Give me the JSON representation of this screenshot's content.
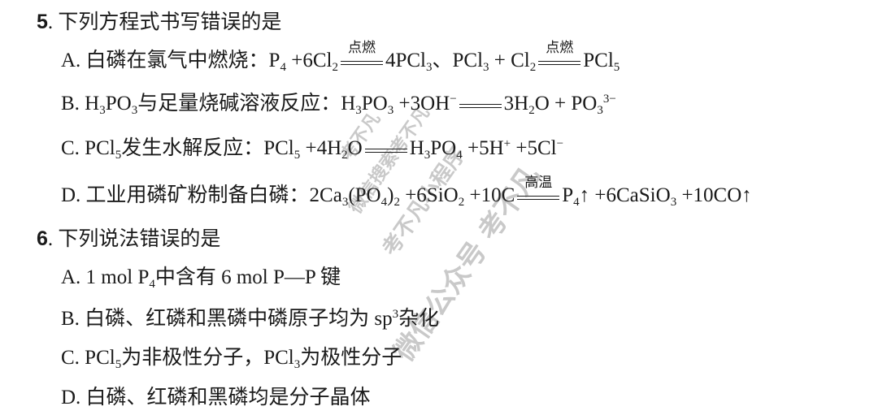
{
  "questions": [
    {
      "num": "5",
      "stem": ". 下列方程式书写错误的是",
      "options": [
        [
          {
            "t": "A. 白磷在氯气中燃烧：P"
          },
          {
            "sub": "4"
          },
          {
            "t": " +6Cl"
          },
          {
            "sub": "2"
          },
          {
            "eq": "点燃"
          },
          {
            "t": "4PCl"
          },
          {
            "sub": "3"
          },
          {
            "t": "、PCl"
          },
          {
            "sub": "3"
          },
          {
            "t": " + Cl"
          },
          {
            "sub": "2"
          },
          {
            "eq": "点燃"
          },
          {
            "t": "PCl"
          },
          {
            "sub": "5"
          }
        ],
        [
          {
            "t": "B. H"
          },
          {
            "sub": "3"
          },
          {
            "t": "PO"
          },
          {
            "sub": "3"
          },
          {
            "t": "与足量烧碱溶液反应：H"
          },
          {
            "sub": "3"
          },
          {
            "t": "PO"
          },
          {
            "sub": "3"
          },
          {
            "t": " +3OH"
          },
          {
            "sup": "−"
          },
          {
            "eq": ""
          },
          {
            "t": "3H"
          },
          {
            "sub": "2"
          },
          {
            "t": "O + PO"
          },
          {
            "sub": "3"
          },
          {
            "sup": "3−"
          }
        ],
        [
          {
            "t": "C. PCl"
          },
          {
            "sub": "5"
          },
          {
            "t": "发生水解反应：PCl"
          },
          {
            "sub": "5"
          },
          {
            "t": " +4H"
          },
          {
            "sub": "2"
          },
          {
            "t": "O"
          },
          {
            "eq": ""
          },
          {
            "t": "H"
          },
          {
            "sub": "3"
          },
          {
            "t": "PO"
          },
          {
            "sub": "4"
          },
          {
            "t": " +5H"
          },
          {
            "sup": "+"
          },
          {
            "t": " +5Cl"
          },
          {
            "sup": "−"
          }
        ],
        [
          {
            "t": "D. 工业用磷矿粉制备白磷：2Ca"
          },
          {
            "sub": "3"
          },
          {
            "t": "(PO"
          },
          {
            "sub": "4"
          },
          {
            "t": ")"
          },
          {
            "sub": "2"
          },
          {
            "t": " +6SiO"
          },
          {
            "sub": "2"
          },
          {
            "t": " +10C"
          },
          {
            "eq": "高温"
          },
          {
            "t": "P"
          },
          {
            "sub": "4"
          },
          {
            "t": "↑ +6CaSiO"
          },
          {
            "sub": "3"
          },
          {
            "t": " +10CO↑"
          }
        ]
      ]
    },
    {
      "num": "6",
      "stem": ". 下列说法错误的是",
      "options": [
        [
          {
            "t": "A. 1 mol P"
          },
          {
            "sub": "4"
          },
          {
            "t": "中含有 6 mol P—P 键"
          }
        ],
        [
          {
            "t": "B. 白磷、红磷和黑磷中磷原子均为 sp"
          },
          {
            "sup": "3"
          },
          {
            "t": "杂化"
          }
        ],
        [
          {
            "t": "C. PCl"
          },
          {
            "sub": "5"
          },
          {
            "t": "为非极性分子，PCl"
          },
          {
            "sub": "3"
          },
          {
            "t": "为极性分子"
          }
        ],
        [
          {
            "t": "D. 白磷、红磷和黑磷均是分子晶体"
          }
        ]
      ]
    }
  ],
  "watermarks": [
    "考不凡",
    "微信搜索考不凡",
    "考不凡小程序",
    "微信公众号 考不凡"
  ]
}
